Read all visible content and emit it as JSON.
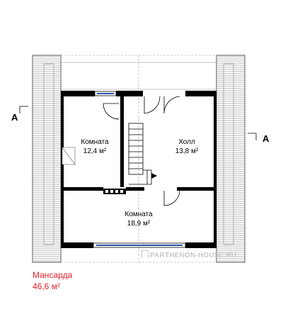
{
  "rooms": [
    {
      "name": "Комната",
      "area": "12,4 м²"
    },
    {
      "name": "Холл",
      "area": "13,8 м²"
    },
    {
      "name": "Комната",
      "area": "18,9 м²"
    }
  ],
  "section_marks": {
    "left": "A",
    "right": "A"
  },
  "watermark": "PARTHENON-HOUSE.RU",
  "floor": {
    "name": "Мансарда",
    "area": "46,6 м²"
  },
  "colors": {
    "wall": "#000000",
    "floor_label": "#e31e24",
    "roof": "#555555",
    "watermark": "#c9c9c9"
  }
}
